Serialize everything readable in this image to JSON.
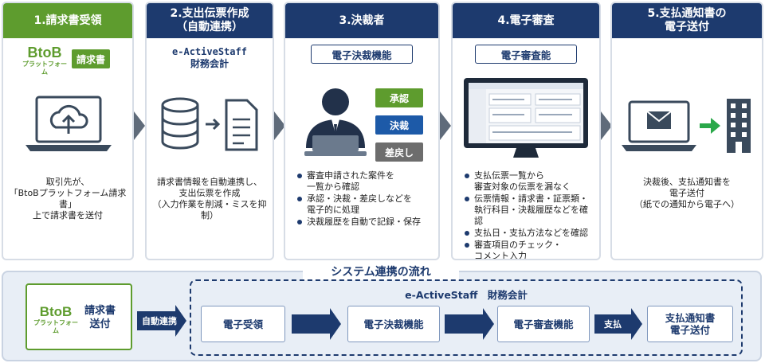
{
  "steps": [
    {
      "title": "1.請求書受領",
      "text_lines": [
        "取引先が、",
        "「BtoBプラットフォーム請求書」",
        "上で請求書を送付"
      ]
    },
    {
      "title_lines": [
        "2.支出伝票作成",
        "（自動連携）"
      ],
      "sub_lines": [
        "e-ActiveStaff",
        "財務会計"
      ],
      "text_lines": [
        "請求書情報を自動連携し、",
        "支出伝票を作成",
        "（入力作業を削減・ミスを抑制）"
      ]
    },
    {
      "title": "3.決裁者",
      "subbox": "電子決裁機能",
      "buttons": [
        "承認",
        "決裁",
        "差戻し"
      ],
      "bullets": [
        [
          "審査申請された案件を",
          "一覧から確認"
        ],
        [
          "承認・決裁・差戻しなどを",
          "電子的に処理"
        ],
        [
          "決裁履歴を自動で記録・保存"
        ]
      ]
    },
    {
      "title": "4.電子審査",
      "subbox": "電子審査能",
      "bullets": [
        [
          "支払伝票一覧から",
          "審査対象の伝票を漏なく"
        ],
        [
          "伝票情報・請求書・証票類・",
          "執行科目・決裁履歴などを確認"
        ],
        [
          "支払日・支払方法などを確認"
        ],
        [
          "審査項目のチェック・",
          "コメント入力"
        ]
      ]
    },
    {
      "title_lines": [
        "5.支払通知書の",
        "電子送付"
      ],
      "text_lines": [
        "決裁後、支払通知書を",
        "電子送付",
        "（紙での通知から電子へ）"
      ]
    }
  ],
  "logo": {
    "line1": "BtoB",
    "line2": "プラットフォーム",
    "tag": "請求書"
  },
  "flow": {
    "title": "システム連携の流れ",
    "btob_label_lines": [
      "請求書",
      "送付"
    ],
    "auto_label": "自動連携",
    "system_name": "e-ActiveStaff　財務会計",
    "boxes": [
      "電子受領",
      "電子決裁機能",
      "電子審査機能"
    ],
    "pay_label": "支払",
    "last_box_lines": [
      "支払通知書",
      "電子送付"
    ]
  },
  "colors": {
    "green": "#5e9c2e",
    "navy": "#1d3a6e",
    "gray": "#6d6d6d",
    "blue_button": "#1d5aa8"
  }
}
